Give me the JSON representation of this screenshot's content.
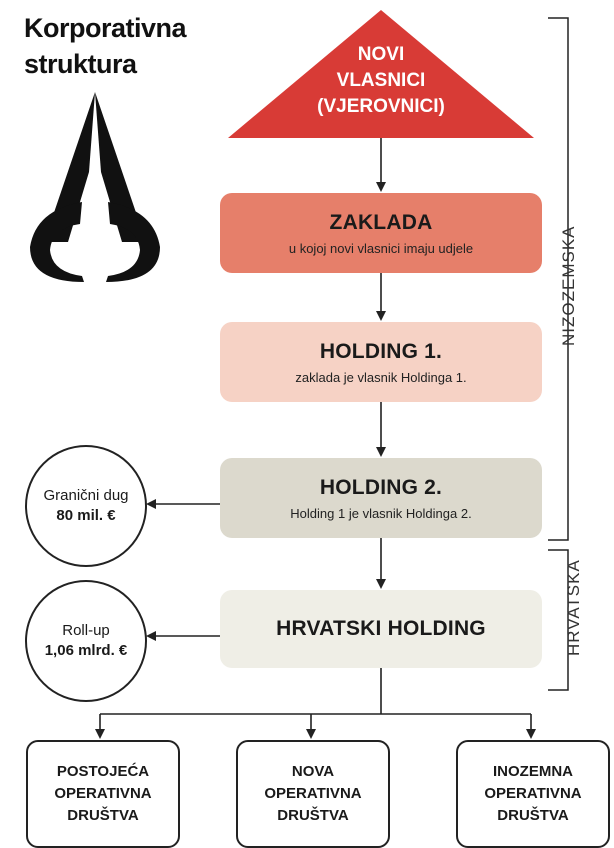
{
  "title": {
    "line1": "Korporativna",
    "line2": "struktura"
  },
  "top": {
    "line1": "NOVI",
    "line2": "VLASNICI",
    "line3": "(VJEROVNICI)"
  },
  "zaklada": {
    "title": "ZAKLADA",
    "subtitle": "u kojoj novi vlasnici imaju udjele"
  },
  "holding1": {
    "title": "HOLDING 1.",
    "subtitle": "zaklada je vlasnik Holdinga 1."
  },
  "holding2": {
    "title": "HOLDING 2.",
    "subtitle": "Holding 1 je vlasnik Holdinga 2."
  },
  "hrvatski": {
    "title": "HRVATSKI HOLDING"
  },
  "circle1": {
    "line1": "Granični dug",
    "line2": "80 mil. €"
  },
  "circle2": {
    "line1": "Roll-up",
    "line2": "1,06 mlrd. €"
  },
  "subsidiaries": [
    {
      "line1": "POSTOJEĆA",
      "line2": "OPERATIVNA",
      "line3": "DRUŠTVA"
    },
    {
      "line1": "NOVA",
      "line2": "OPERATIVNA",
      "line3": "DRUŠTVA"
    },
    {
      "line1": "INOZEMNA",
      "line2": "OPERATIVNA",
      "line3": "DRUŠTVA"
    }
  ],
  "sections": {
    "nl": "NIZOZEMSKA",
    "hr": "HRVATSKA"
  },
  "colors": {
    "triangle": "#d83b36",
    "zaklada": "#e67f6a",
    "holding1": "#f6d2c5",
    "holding2": "#dcd9cd",
    "hrvatski": "#efeee6"
  }
}
